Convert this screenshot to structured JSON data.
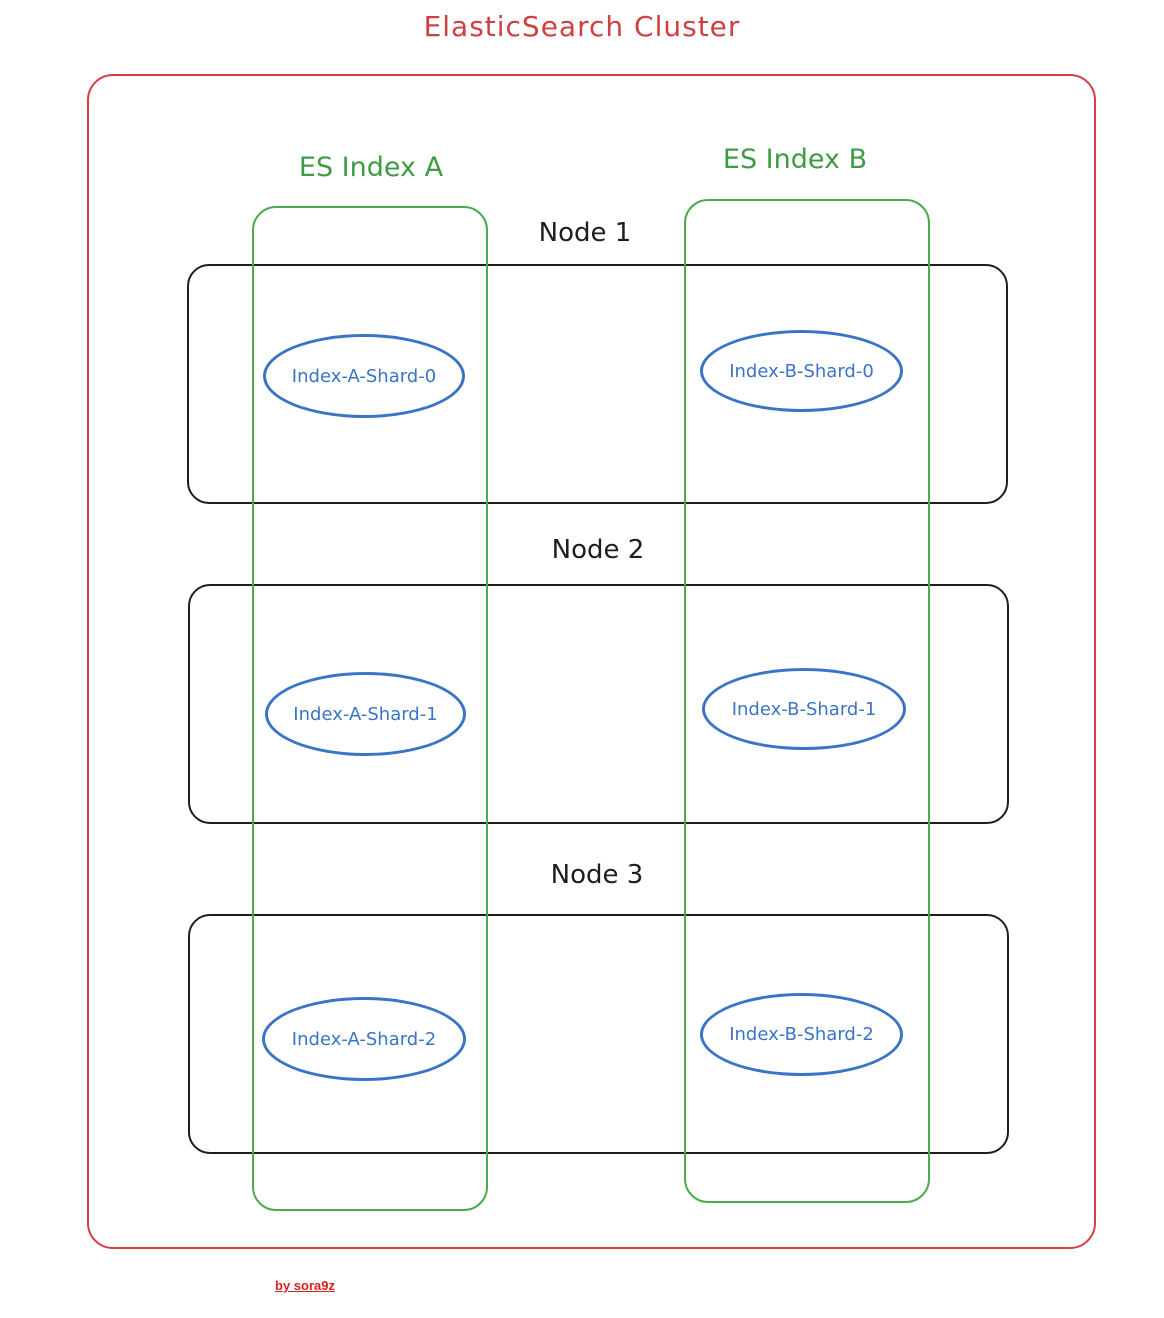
{
  "cluster": {
    "title": "ElasticSearch Cluster"
  },
  "indices": [
    {
      "label": "ES Index A"
    },
    {
      "label": "ES Index B"
    }
  ],
  "nodes": [
    {
      "label": "Node 1",
      "shards": [
        "Index-A-Shard-0",
        "Index-B-Shard-0"
      ]
    },
    {
      "label": "Node 2",
      "shards": [
        "Index-A-Shard-1",
        "Index-B-Shard-1"
      ]
    },
    {
      "label": "Node 3",
      "shards": [
        "Index-A-Shard-2",
        "Index-B-Shard-2"
      ]
    }
  ],
  "signature": "by sora9z",
  "colors": {
    "cluster": "#d04040",
    "index": "#4caa50",
    "node": "#1e1e1e",
    "shard": "#3a74c6"
  }
}
